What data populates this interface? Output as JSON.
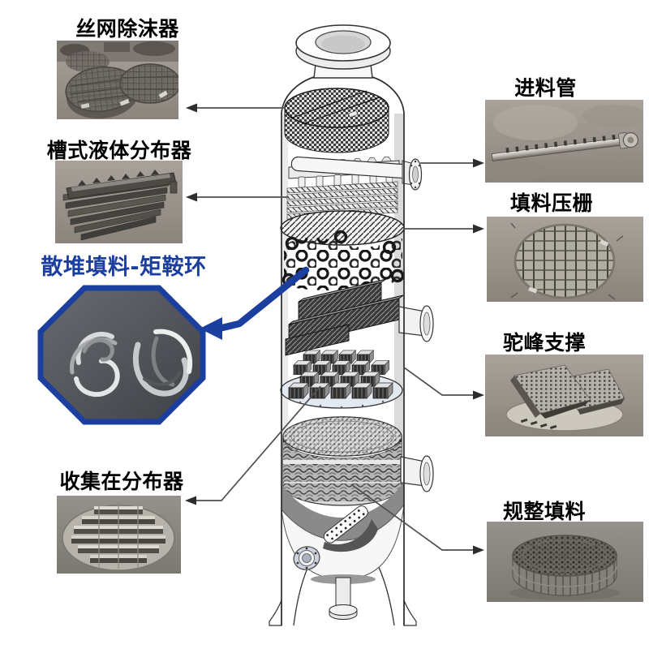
{
  "diagram_title": "packed-tower-internals-diagram",
  "colors": {
    "highlight_blue": "#1b3f9f",
    "connector_line": "#4f4f4f",
    "arrowhead": "#2d2d2d"
  },
  "components": {
    "left": [
      {
        "label": "丝网除沫器"
      },
      {
        "label": "槽式液体分布器"
      },
      {
        "label": "散堆填料-矩鞍环"
      },
      {
        "label": "收集在分布器"
      }
    ],
    "right": [
      {
        "label": "进料管"
      },
      {
        "label": "填料压栅"
      },
      {
        "label": "驼峰支撑"
      },
      {
        "label": "规整填料"
      }
    ]
  }
}
